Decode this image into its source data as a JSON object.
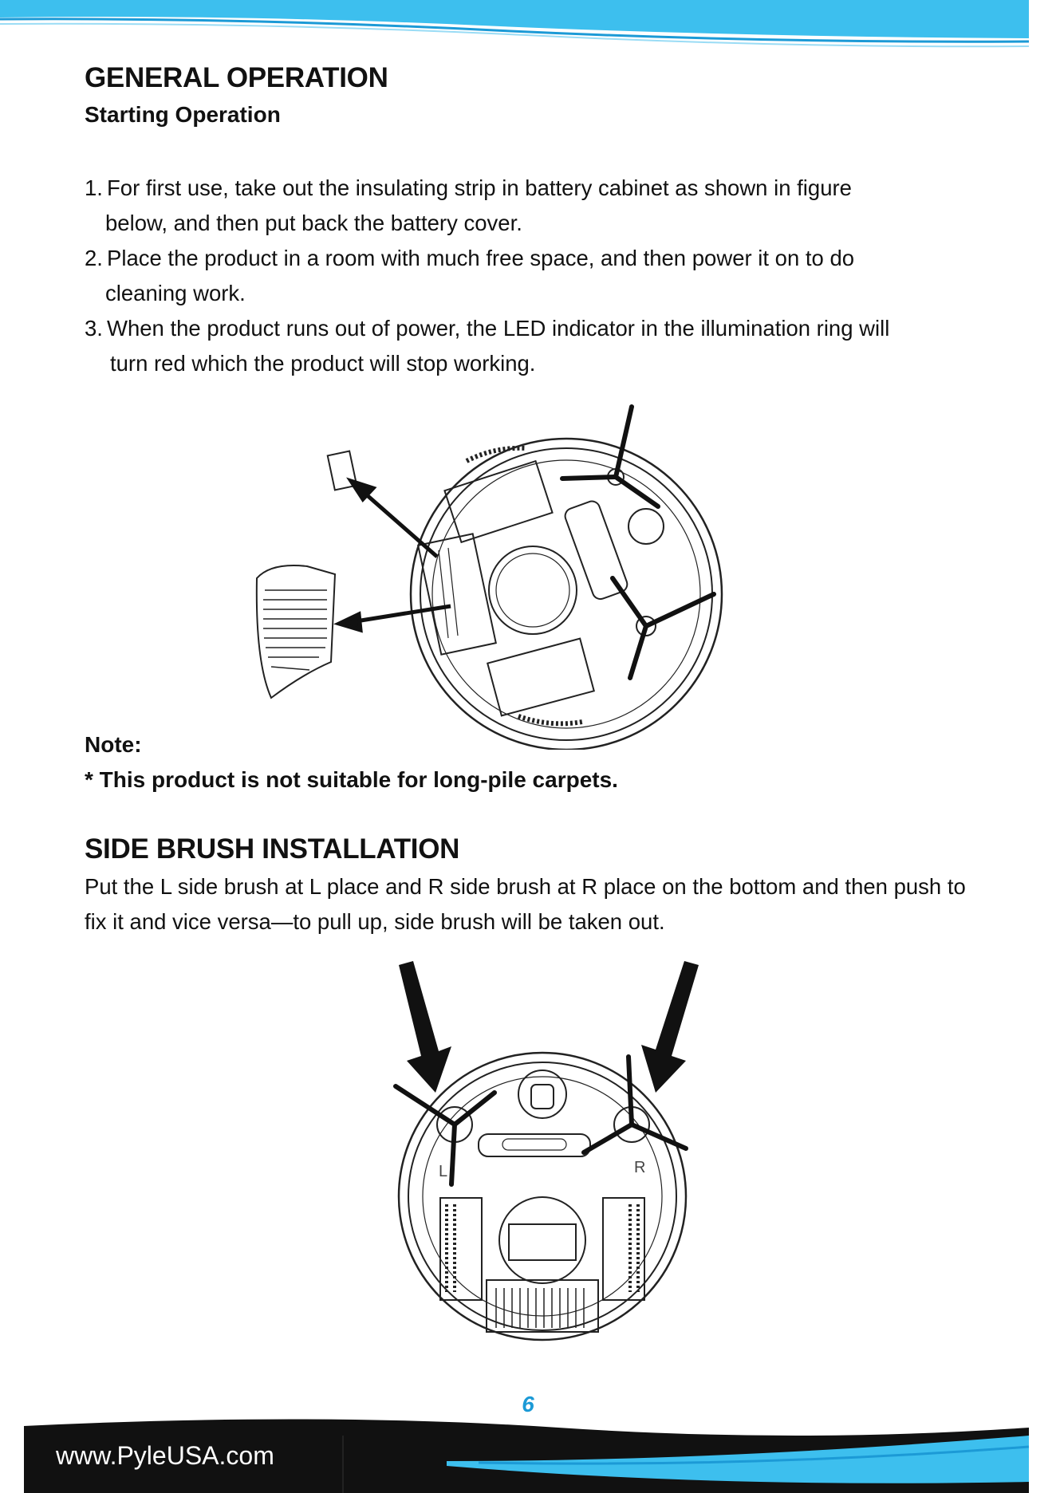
{
  "colors": {
    "accent": "#3dbfee",
    "accent_dark": "#1c9ad6",
    "footer": "#111111",
    "text": "#111111"
  },
  "general": {
    "title": "GENERAL OPERATION",
    "subtitle": "Starting Operation",
    "steps": [
      {
        "num": "1.",
        "line1": "For first use, take out the insulating strip in battery cabinet as shown in figure",
        "line2": "below, and then put back the battery cover."
      },
      {
        "num": "2.",
        "line1": "Place the product in a room with much free space, and then power it on to do",
        "line2": "cleaning work."
      },
      {
        "num": "3.",
        "line1": "When the product runs out of power, the LED indicator in the illumination ring will",
        "line2": "turn red which the product will stop working."
      }
    ]
  },
  "note": {
    "label": "Note:",
    "text": "* This product is not suitable for long-pile carpets."
  },
  "side_brush": {
    "title": "SIDE BRUSH INSTALLATION",
    "body": "Put the L side brush at L place and R side brush at R place on the bottom and then push to fix it and vice versa—to pull up, side brush will be taken out.",
    "label_l": "L",
    "label_r": "R"
  },
  "footer": {
    "page_number": "6",
    "website": "www.PyleUSA.com"
  }
}
